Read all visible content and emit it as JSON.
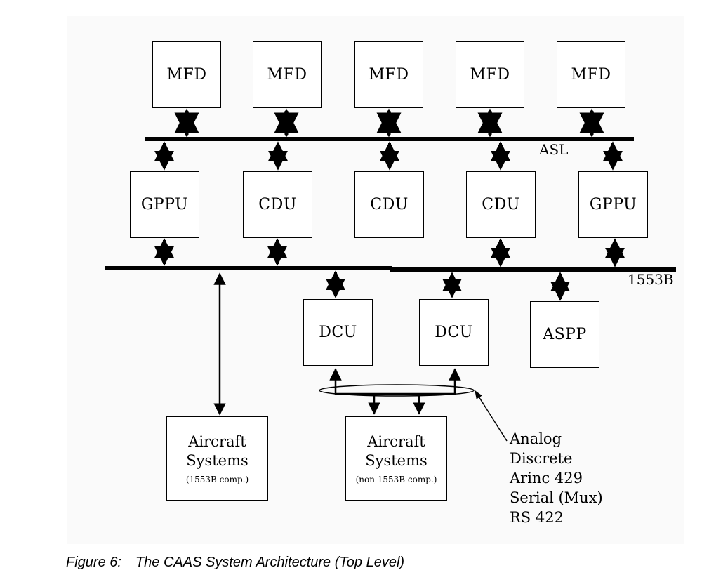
{
  "mfds": [
    "MFD",
    "MFD",
    "MFD",
    "MFD",
    "MFD"
  ],
  "processors": [
    "GPPU",
    "CDU",
    "CDU",
    "CDU",
    "GPPU"
  ],
  "bus_labels": {
    "asl": "ASL",
    "mil1553": "1553B"
  },
  "dcus": [
    "DCU",
    "DCU"
  ],
  "aspp": "ASPP",
  "aircraft_1553": {
    "line1": "Aircraft",
    "line2": "Systems",
    "line3": "(1553B comp.)"
  },
  "aircraft_non1553": {
    "line1": "Aircraft",
    "line2": "Systems",
    "line3": "(non 1553B comp.)"
  },
  "interfaces": [
    "Analog",
    "Discrete",
    "Arinc 429",
    "Serial (Mux)",
    "RS 422"
  ],
  "caption": {
    "number": "Figure 6:",
    "title": "The CAAS System Architecture (Top Level)"
  }
}
